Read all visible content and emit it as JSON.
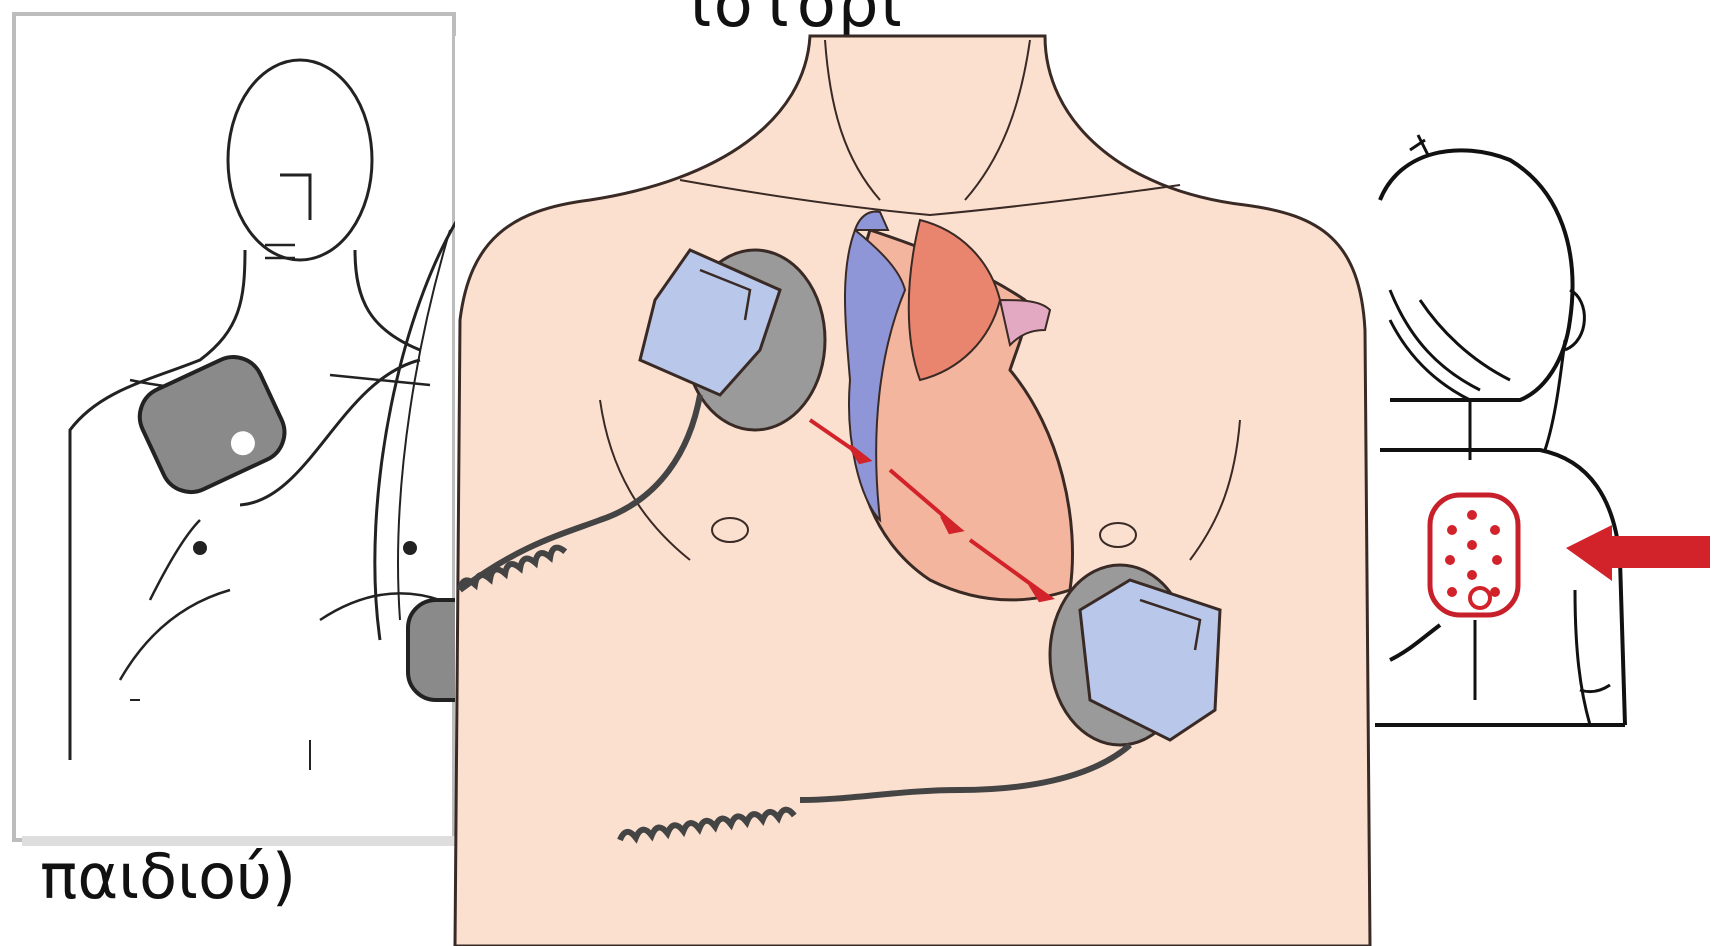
{
  "top_fragment_text": "ιστορι",
  "caption_text": "παιδιού)",
  "colors": {
    "skin": "#fbe0d0",
    "paddle": "#b9c8ea",
    "paddle_rim": "#9a9a9a",
    "heart_red": "#e9846e",
    "heart_vein": "#8f96d8",
    "arrow_red": "#d2232a",
    "pad_grey": "#8a8a8a",
    "outline": "#222222"
  },
  "icons": {
    "left_panel": "adult-chest-pads-outline",
    "center": "defibrillator-paddles-on-chest",
    "right_panel": "child-back-pad-outline",
    "arrow": "red-arrow-left"
  }
}
